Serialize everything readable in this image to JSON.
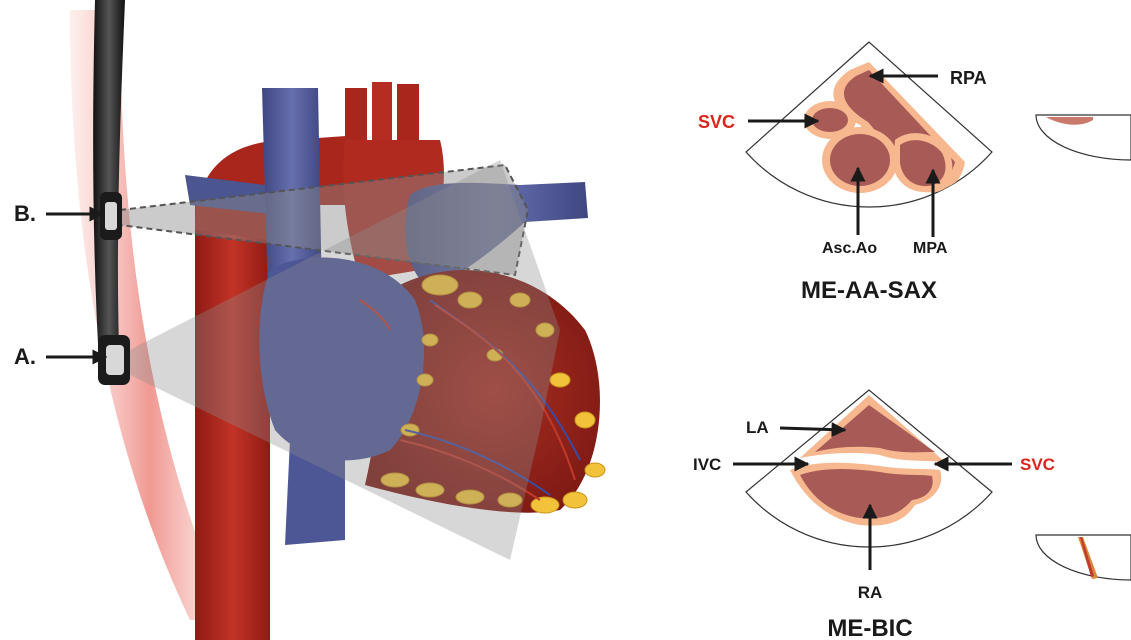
{
  "colors": {
    "aorta": "#b0261c",
    "vena_cava": "#545f9c",
    "fat": "#f2c33a",
    "tissue": "#a85a57",
    "wall": "#f7b890",
    "red_label": "#d9261c",
    "black": "#1a1a1a",
    "plane": "#8c8c8c"
  },
  "probe_labels": {
    "b": "B.",
    "a": "A."
  },
  "me_aa_sax": {
    "title": "ME-AA-SAX",
    "rpa": "RPA",
    "svc": "SVC",
    "asc_ao": "Asc.Ao",
    "mpa": "MPA"
  },
  "me_bic": {
    "title": "ME-BIC",
    "la": "LA",
    "ivc": "IVC",
    "svc": "SVC",
    "ra": "RA"
  }
}
